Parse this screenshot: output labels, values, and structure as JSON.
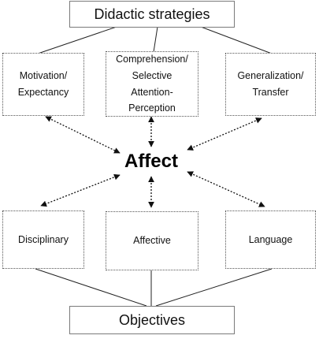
{
  "top": {
    "label": "Didactic strategies"
  },
  "strategies": [
    {
      "label": "Motivation/\nExpectancy"
    },
    {
      "label": "Comprehension/\nSelective\nAttention-\nPerception"
    },
    {
      "label": "Generalization/\nTransfer"
    }
  ],
  "center": {
    "label": "Affect"
  },
  "objectives_types": [
    {
      "label": "Disciplinary"
    },
    {
      "label": "Affective"
    },
    {
      "label": "Language"
    }
  ],
  "bottom": {
    "label": "Objectives"
  }
}
